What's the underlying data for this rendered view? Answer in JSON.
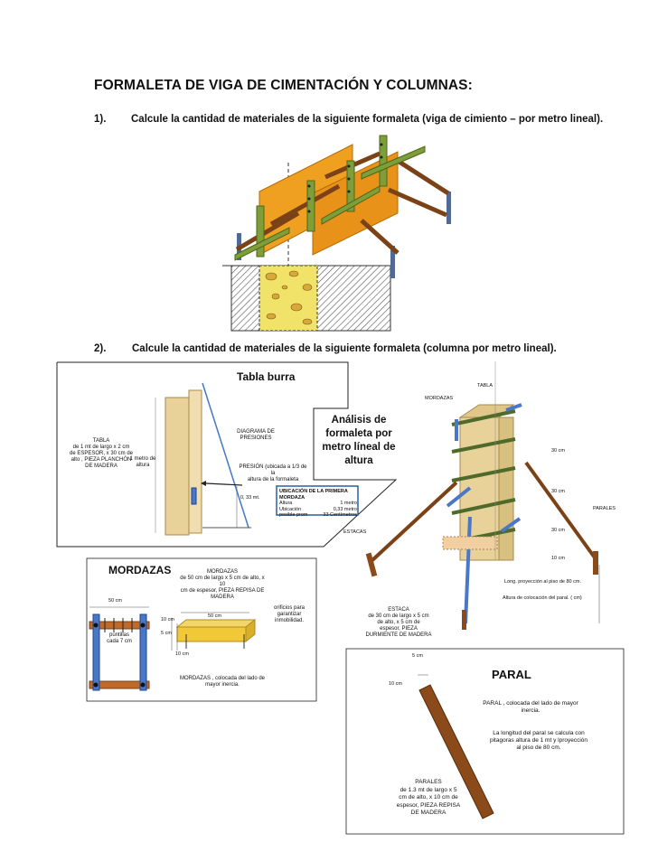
{
  "title": "FORMALETA DE VIGA DE CIMENTACIÓN Y COLUMNAS:",
  "q1": {
    "num": "1).",
    "text": "Calcule la cantidad de materiales de la siguiente formaleta (viga de cimiento – por metro lineal)."
  },
  "q2": {
    "num": "2).",
    "text": "Calcule la cantidad de materiales de la siguiente formaleta (columna por metro lineal)."
  },
  "panel_tabla": {
    "title": "Tabla burra",
    "tabla_note": "TABLA\nde 1 mt de largo x 2 cm\nde ESPESOR, x 30 cm de\nalto , PIEZA PLANCHÓN\nDE MADERA",
    "metro_note": "1 metro de\naltura",
    "diagrama": "DIAGRAMA DE\nPRESIONES",
    "presion": "PRESIÓN (ubicada a 1/3 de la\naltura de la formaleta",
    "dim": "0, 33 mt.",
    "ubicacion": {
      "header": "UBICACIÓN DE LA PRIMERA MORDAZA",
      "rows": [
        [
          "Altura",
          "1 metro"
        ],
        [
          "Ubicación",
          "0,33 metro"
        ],
        [
          "posible prom",
          "33 Centímetros"
        ]
      ]
    }
  },
  "analisis": "Análisis de\nformaleta por\nmetro líneal de\naltura",
  "column_labels": {
    "tabla": "TABLA",
    "mordazas": "MORDAZAS",
    "d30a": "30 cm",
    "d30b": "30 cm",
    "paraLES": "PARALES",
    "d30c": "30 cm",
    "d10": "10 cm",
    "estacas": "ESTACAS",
    "long": "Long. proyección al piso de 80 cm.",
    "altura_paral": "Altura de colocación del paral. ( cm)",
    "estaca_note": "ESTACA\nde 30 cm de largo x 5 cm\nde alto, x 5 cm de\nespesor, PIEZA\nDURMIENTE DE MADERA"
  },
  "mordazas_panel": {
    "title": "MORDAZAS",
    "desc": "MORDAZAS\nde 50 cm de largo x 5 cm de alto, x 10\ncm de espesor, PIEZA REPISA DE\nMADERA",
    "d50": "50 cm",
    "puntillas": "puntillas\ncada 7 cm",
    "d10a": "10 cm",
    "d5": "5 cm",
    "d10b": "10 cm",
    "d50b": "50 cm",
    "orificios": "orificios para garantizar\ninmobilidad.",
    "colocada": "MORDAZAS , colocada del lado de\nmayor inercia."
  },
  "paral_panel": {
    "title": "PARAL",
    "d5": "5 cm",
    "d10": "10 cm",
    "desc1": "PARAL , colocada del lado de mayor\ninercia.",
    "desc2": "La longitud del paral se calcula con\npitagoras altura de 1 mt y lproyección\nal piso de 80 cm.",
    "parales": "PARALES\nde 1.3 mt de largo x 5\ncm de alto, x 10 cm de\nespesor, PIEZA REPISA\nDE MADERA"
  }
}
